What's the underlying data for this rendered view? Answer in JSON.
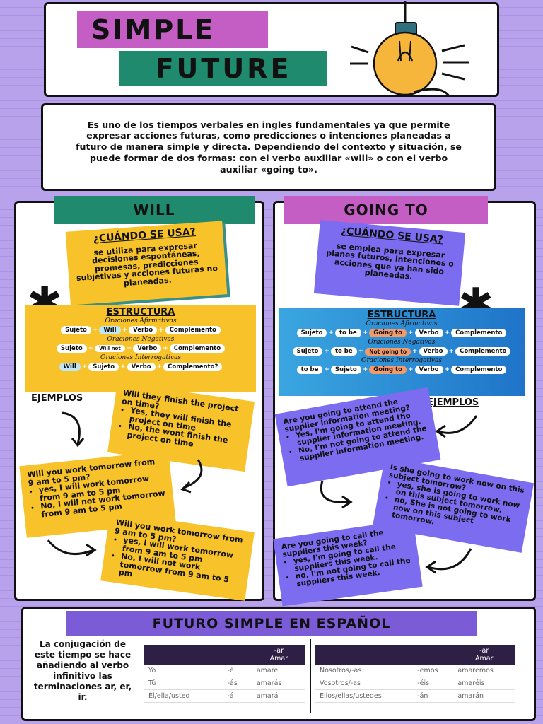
{
  "title": {
    "line1": "SIMPLE",
    "line2": "FUTURE"
  },
  "intro": "Es uno de los  tiempos verbales en ingles fundamentales ya que permite expresar acciones futuras, como predicciones o intenciones planeadas a futuro de manera simple y directa. Dependiendo del contexto y situación, se puede formar de dos formas: con el verbo auxiliar «will» o con el verbo auxiliar «going to».",
  "will": {
    "header": "WILL",
    "when_title": "¿CUÁNDO SE USA?",
    "when_text": "se utiliza para expresar decisiones espontáneas, promesas, predicciones subjetivas y acciones futuras no planeadas.",
    "structure_title": "ESTRUCTURA",
    "affirmative_label": "Oraciones Afirmativas",
    "affirmative": [
      "Sujeto",
      "Will",
      "Verbo",
      "Complemento"
    ],
    "negative_label": "Oraciones Negativas",
    "negative": [
      "Sujeto",
      "Will not",
      "Verbo",
      "Complemento"
    ],
    "interrogative_label": "Oraciones Interrogativas",
    "interrogative": [
      "Will",
      "Sujeto",
      "Verbo",
      "Complemento?"
    ],
    "examples_label": "EJEMPLOS",
    "ex1": {
      "q": "Will they finish the project on time?",
      "b1": "Yes, they will finish the project on time",
      "b2": "No, the wont finish the project on time"
    },
    "ex2": {
      "q": "Will you work tomorrow from 9 am to 5 pm?",
      "b1": "yes, I will work tomorrow from 9 am to 5 pm",
      "b2": "No, I will not work tomorrow from 9 am to 5 pm"
    },
    "ex3": {
      "q": "Will you work tomorrow from 9 am to 5 pm?",
      "b1": "yes, I will work tomorrow from 9 am to 5 pm",
      "b2": "No, I will not work tomorrow from 9 am to 5 pm"
    }
  },
  "going": {
    "header": "GOING TO",
    "when_title": "¿CUÁNDO SE USA?",
    "when_text": "se emplea para expresar planes futuros, intenciones o acciones que ya han sido planeadas.",
    "structure_title": "ESTRUCTURA",
    "affirmative_label": "Oraciones Afirmativas",
    "affirmative": [
      "Sujeto",
      "to be",
      "Going to",
      "Verbo",
      "Complemento"
    ],
    "negative_label": "Oraciones Negativas",
    "negative": [
      "Sujeto",
      "to be",
      "Not going to",
      "Verbo",
      "Complemento"
    ],
    "interrogative_label": "Oraciones Interrogativas",
    "interrogative": [
      "to be",
      "Sujeto",
      "Going to",
      "Verbo",
      "Complemento"
    ],
    "examples_label": "EJEMPLOS",
    "ex1": {
      "q": "Are you going to attend the supplier information meeting?",
      "b1": "Yes, I'm going to attend the supplier information meeting.",
      "b2": "No, I'm not going to attend the supplier information meeting."
    },
    "ex2": {
      "q": "Is she going to work now on this subject tomorrow?",
      "b1": "yes, she is going to work now on this subject tomorrow.",
      "b2": "no, She is not going to work now on this subject tomorrow."
    },
    "ex3": {
      "q": "Are you going to call the suppliers this week?",
      "b1": "yes, I'm going to call the suppliers this week.",
      "b2": "no, I'm not going to call the suppliers this week."
    }
  },
  "spanish": {
    "title": "FUTURO SIMPLE EN ESPAÑOL",
    "text": "La conjugación de este tiempo se hace añadiendo al verbo infinitivo las terminaciones ar, er, ir.",
    "table_header": {
      "ending": "-ar",
      "verb": "Amar"
    },
    "left_rows": [
      [
        "Yo",
        "-é",
        "amaré"
      ],
      [
        "Tú",
        "-ás",
        "amarás"
      ],
      [
        "Él/ella/usted",
        "-á",
        "amará"
      ]
    ],
    "right_rows": [
      [
        "Nosotros/-as",
        "-emos",
        "amaremos"
      ],
      [
        "Vosotros/-as",
        "-éis",
        "amaréis"
      ],
      [
        "Ellos/ellas/ustedes",
        "-án",
        "amarán"
      ]
    ]
  },
  "colors": {
    "purple": "#b9a2ec",
    "magenta": "#c45ec4",
    "teal": "#1f8a6e",
    "yellow": "#f7c22a",
    "violet": "#7b6cf0",
    "blue": "#1f74c9"
  }
}
